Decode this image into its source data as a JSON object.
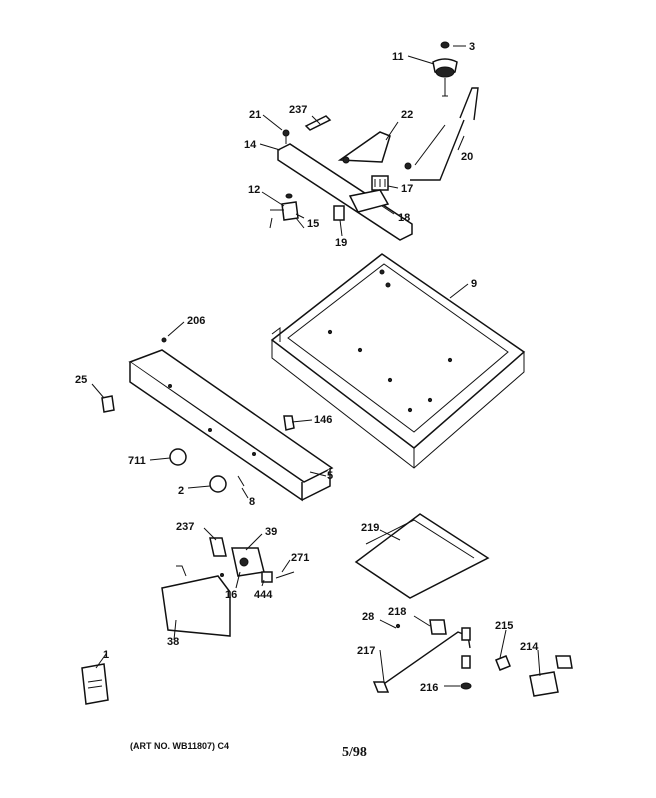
{
  "callouts": {
    "c3": "3",
    "c11": "11",
    "c21": "21",
    "c237a": "237",
    "c22": "22",
    "c14": "14",
    "c20": "20",
    "c12": "12",
    "c17": "17",
    "c15": "15",
    "c18": "18",
    "c19": "19",
    "c9": "9",
    "c206": "206",
    "c25": "25",
    "c146": "146",
    "c711": "711",
    "c5": "5",
    "c2": "2",
    "c8": "8",
    "c237b": "237",
    "c39": "39",
    "c219": "219",
    "c271": "271",
    "c16": "16",
    "c444": "444",
    "c38": "38",
    "c28": "28",
    "c218": "218",
    "c215": "215",
    "c217": "217",
    "c214": "214",
    "c1": "1",
    "c216": "216"
  },
  "footer": {
    "art_no": "(ART NO. WB11807) C4",
    "date": "5/98"
  }
}
